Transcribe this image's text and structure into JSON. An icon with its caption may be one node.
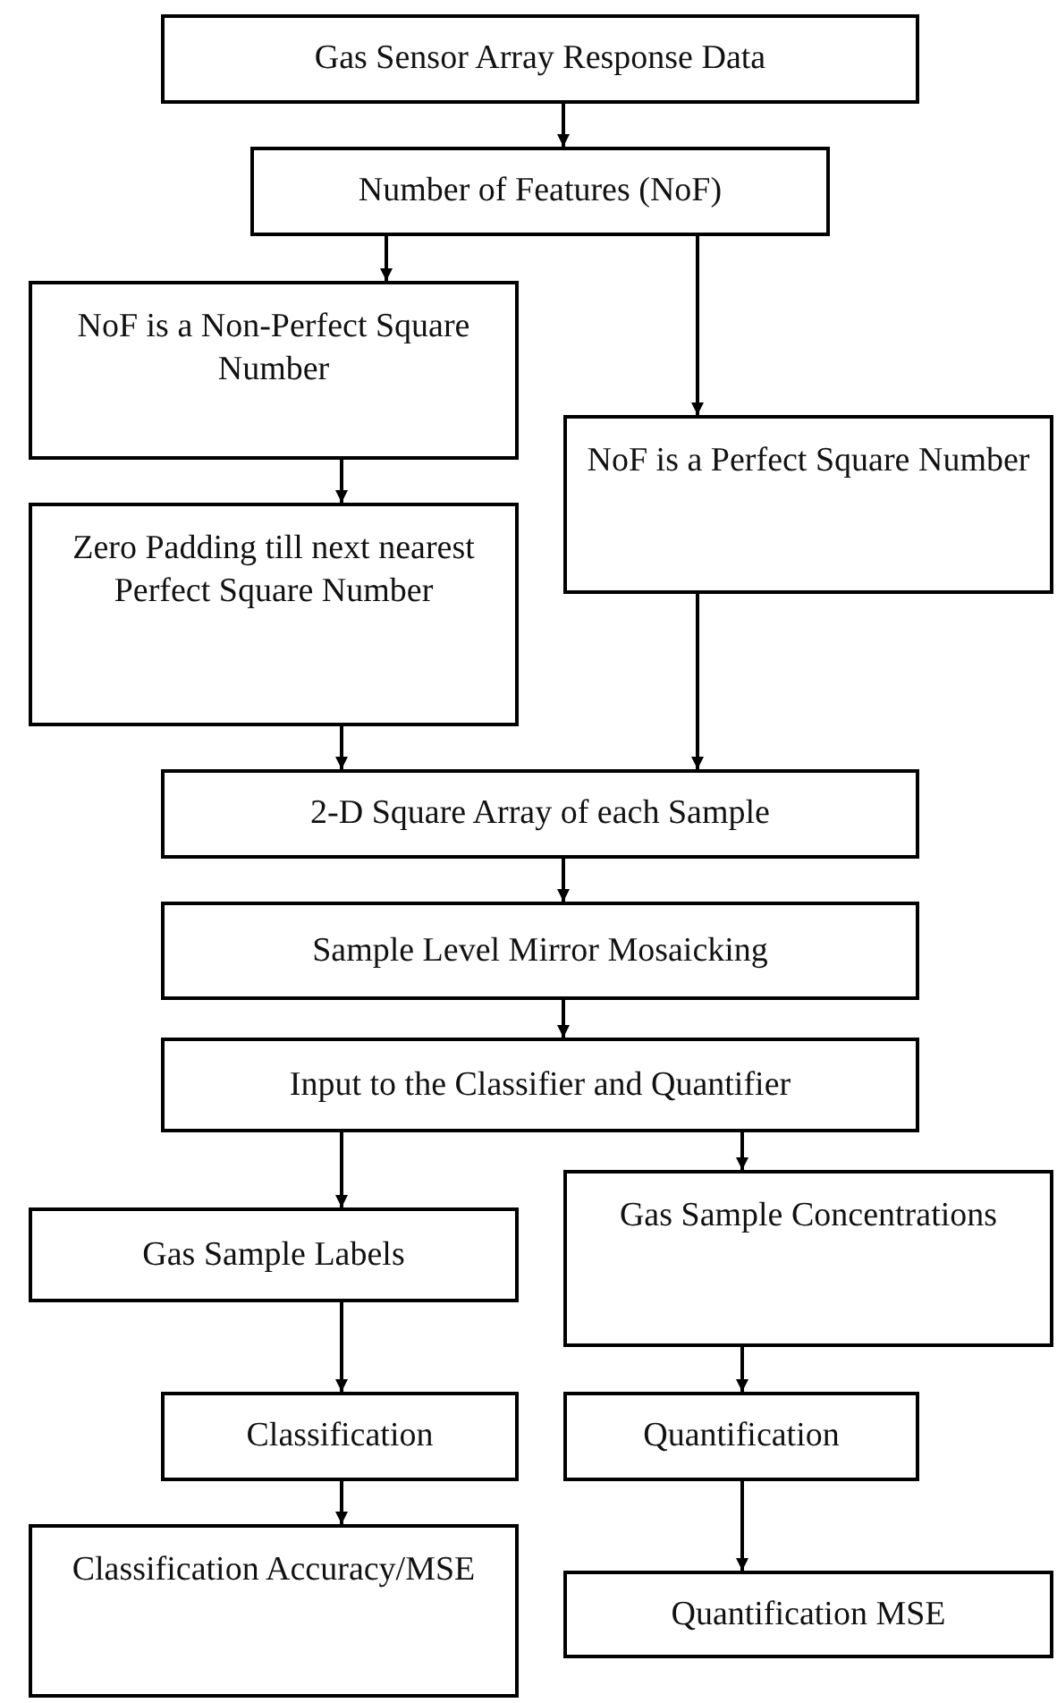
{
  "diagram": {
    "nodes": [
      {
        "text": [
          "Gas Sensor Array Response Data"
        ]
      },
      {
        "text": [
          "Number of Features (NoF)"
        ]
      },
      {
        "text": [
          "NoF is a Non-Perfect Square Number"
        ]
      },
      {
        "text": [
          "NoF is a Perfect Square Number"
        ]
      },
      {
        "text": [
          "Zero Padding till next nearest Perfect Square Number"
        ]
      },
      {
        "text": [
          "2-D Square Array of each Sample"
        ]
      },
      {
        "text": [
          "Sample Level Mirror Mosaicking"
        ]
      },
      {
        "text": [
          "Input to the Classifier and Quantifier"
        ]
      },
      {
        "text": [
          "Gas Sample Labels"
        ]
      },
      {
        "text": [
          "Gas Sample Concentrations"
        ]
      },
      {
        "text": [
          "Classification"
        ]
      },
      {
        "text": [
          "Quantification"
        ]
      },
      {
        "text": [
          "Classification Accuracy/MSE"
        ]
      },
      {
        "text": [
          "Quantification MSE"
        ]
      }
    ],
    "edges": [
      {
        "from": 0,
        "to": 1,
        "arrow": "to"
      },
      {
        "from": 1,
        "to": 2,
        "arrow": "to"
      },
      {
        "from": 1,
        "to": 3,
        "arrow": "to"
      },
      {
        "from": 2,
        "to": 4,
        "arrow": "to"
      },
      {
        "from": 4,
        "to": 5,
        "arrow": "to"
      },
      {
        "from": 3,
        "to": 5,
        "arrow": "to"
      },
      {
        "from": 5,
        "to": 6,
        "arrow": "to"
      },
      {
        "from": 6,
        "to": 7,
        "arrow": "to"
      },
      {
        "from": 7,
        "to": 8,
        "arrow": "to"
      },
      {
        "from": 7,
        "to": 9,
        "arrow": "to"
      },
      {
        "from": 8,
        "to": 10,
        "arrow": "to"
      },
      {
        "from": 10,
        "to": 12,
        "arrow": "to"
      },
      {
        "from": 9,
        "to": 11,
        "arrow": "to"
      },
      {
        "from": 11,
        "to": 13,
        "arrow": "to"
      }
    ]
  }
}
